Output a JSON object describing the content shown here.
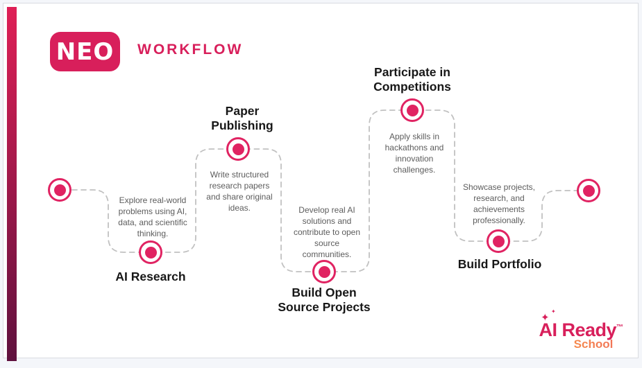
{
  "header": {
    "logo_text": "NEO",
    "title": "WORKFLOW"
  },
  "steps": [
    {
      "title": "AI Research",
      "description": "Explore real-world\nproblems using AI,\ndata, and scientific\nthinking."
    },
    {
      "title": "Paper\nPublishing",
      "description": "Write structured\nresearch papers\nand share original\nideas."
    },
    {
      "title": "Build Open\nSource Projects",
      "description": "Develop real AI\nsolutions and\ncontribute to open\nsource\ncommunities."
    },
    {
      "title": "Participate in\nCompetitions",
      "description": "Apply skills in\nhackathons and\ninnovation\nchallenges."
    },
    {
      "title": "Build Portfolio",
      "description": "Showcase projects,\nresearch, and\nachievements\nprofessionally."
    }
  ],
  "footer_logo": {
    "brand": "AI Ready",
    "trademark": "™",
    "sub_brand": "School",
    "icon": "sparkle-icon"
  },
  "colors": {
    "brand_pink": "#D81F5B",
    "node_pink": "#E02362",
    "dashed_line": "#C1C1C1",
    "title_text": "#171717",
    "description_text": "#5C5C5C",
    "left_bar_top": "#DF2056",
    "left_bar_bottom": "#5F113E",
    "school_orange": "#F9A13D"
  }
}
